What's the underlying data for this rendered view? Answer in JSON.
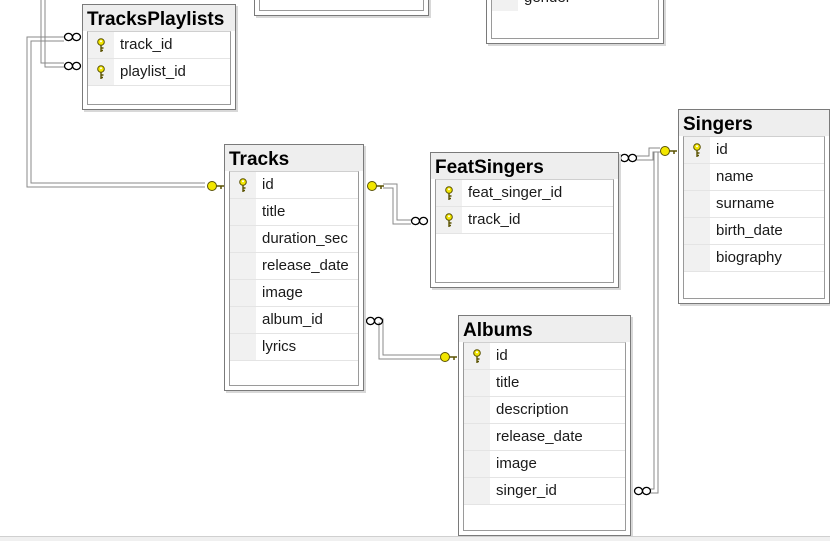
{
  "tables": {
    "tracksplaylists": {
      "name": "TracksPlaylists",
      "columns": [
        {
          "name": "track_id",
          "pk": true
        },
        {
          "name": "playlist_id",
          "pk": true
        }
      ]
    },
    "tracks": {
      "name": "Tracks",
      "columns": [
        {
          "name": "id",
          "pk": true
        },
        {
          "name": "title",
          "pk": false
        },
        {
          "name": "duration_sec",
          "pk": false
        },
        {
          "name": "release_date",
          "pk": false
        },
        {
          "name": "image",
          "pk": false
        },
        {
          "name": "album_id",
          "pk": false
        },
        {
          "name": "lyrics",
          "pk": false
        }
      ]
    },
    "featsingers": {
      "name": "FeatSingers",
      "columns": [
        {
          "name": "feat_singer_id",
          "pk": true
        },
        {
          "name": "track_id",
          "pk": true
        }
      ]
    },
    "singers": {
      "name": "Singers",
      "columns": [
        {
          "name": "id",
          "pk": true
        },
        {
          "name": "name",
          "pk": false
        },
        {
          "name": "surname",
          "pk": false
        },
        {
          "name": "birth_date",
          "pk": false
        },
        {
          "name": "biography",
          "pk": false
        }
      ]
    },
    "albums": {
      "name": "Albums",
      "columns": [
        {
          "name": "id",
          "pk": true
        },
        {
          "name": "title",
          "pk": false
        },
        {
          "name": "description",
          "pk": false
        },
        {
          "name": "release_date",
          "pk": false
        },
        {
          "name": "image",
          "pk": false
        },
        {
          "name": "singer_id",
          "pk": false
        }
      ]
    },
    "partial_right": {
      "columns": [
        {
          "name": "gender",
          "pk": false
        }
      ]
    }
  },
  "colors": {
    "connector": "#8a8a8a",
    "key_fill": "#f2e600",
    "key_stroke": "#5a5200"
  }
}
